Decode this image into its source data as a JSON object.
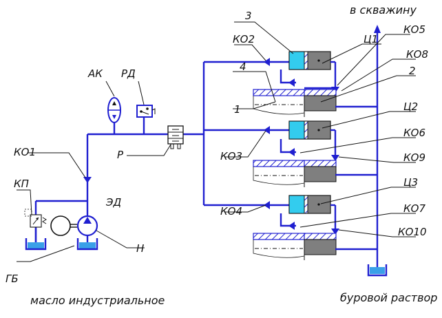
{
  "colors": {
    "pipe": "#1f1fd0",
    "cyan": "#33ccee",
    "gray": "#7f7f7f",
    "water": "#3aa0e8",
    "text": "#111111"
  },
  "captions": {
    "top": "в скважину",
    "bottom_left": "масло индустриальное",
    "bottom_right": "буровой раствор"
  },
  "labels": {
    "ak": "АК",
    "rd": "РД",
    "r": "Р",
    "ko1": "КО1",
    "kp": "КП",
    "ed": "ЭД",
    "n": "Н",
    "gb": "ГБ",
    "n3": "3",
    "ko2": "КО2",
    "n4": "4",
    "n1": "1",
    "ko3": "КО3",
    "ko4": "КО4",
    "c1": "Ц1",
    "ko5": "КО5",
    "ko8": "КО8",
    "n2": "2",
    "c2": "Ц2",
    "ko6": "КО6",
    "ko9": "КО9",
    "c3": "Ц3",
    "ko7": "КО7",
    "ko10": "КО10"
  }
}
